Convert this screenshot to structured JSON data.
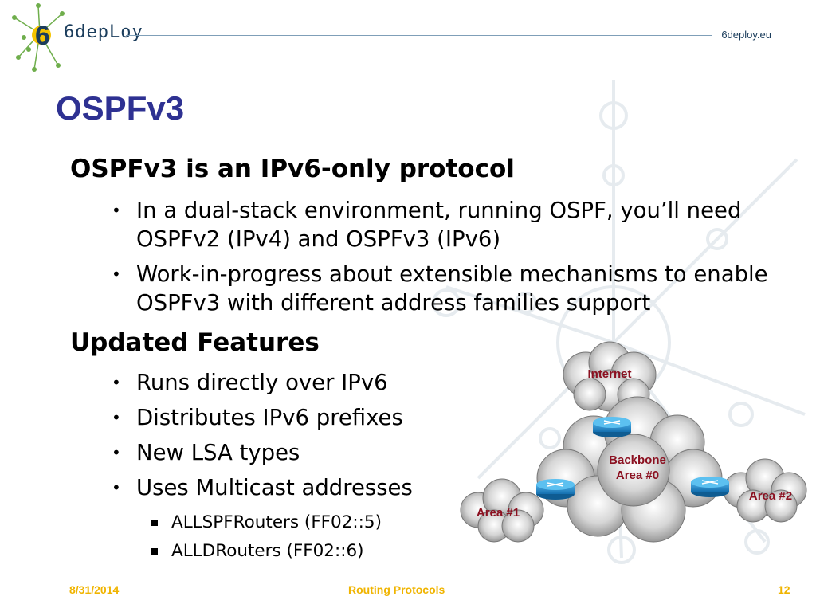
{
  "header": {
    "logo_text": "6depLoy",
    "site": "6deploy.eu"
  },
  "slide": {
    "title": "OSPFv3",
    "sections": [
      {
        "heading": "OSPFv3 is an IPv6-only protocol",
        "bullets": [
          "In a dual-stack environment, running OSPF, you’ll need OSPFv2 (IPv4) and OSPFv3 (IPv6)",
          "Work-in-progress about extensible mechanisms to enable OSPFv3 with different address families support"
        ]
      },
      {
        "heading": "Updated Features",
        "bullets": [
          "Runs directly over IPv6",
          "Distributes IPv6 prefixes",
          "New LSA types",
          "Uses Multicast addresses"
        ],
        "sub_bullets": [
          "ALLSPFRouters (FF02::5)",
          "ALLDRouters (FF02::6)"
        ]
      }
    ]
  },
  "diagram": {
    "internet": "Internet",
    "backbone_line1": "Backbone",
    "backbone_line2": "Area #0",
    "area1": "Area #1",
    "area2": "Area #2"
  },
  "footer": {
    "date": "8/31/2014",
    "topic": "Routing Protocols",
    "page": "12"
  },
  "colors": {
    "title": "#2e3192",
    "footer": "#f0b400",
    "cloud_label": "#8b1020",
    "router": "#1e88c8"
  }
}
